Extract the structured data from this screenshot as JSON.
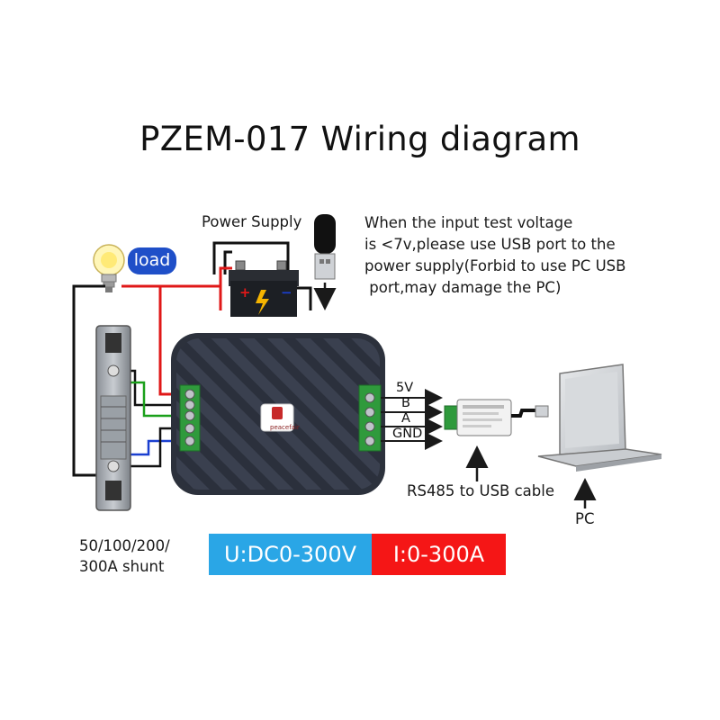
{
  "title": "PZEM-017 Wiring diagram",
  "labels": {
    "power_supply": "Power Supply",
    "load": "load",
    "shunt_line1": "50/100/200/",
    "shunt_line2": "300A shunt",
    "rs485_cable": "RS485 to USB cable",
    "pc": "PC",
    "device_brand": "peacefair"
  },
  "note_lines": [
    "When the input test voltage",
    "is <7v,please use USB port to the",
    "power supply(Forbid to use PC USB",
    " port,may damage the PC)"
  ],
  "output_pins": [
    "5V",
    "B",
    "A",
    "GND"
  ],
  "battery_terminals": {
    "positive": "+",
    "negative": "−"
  },
  "ranges": {
    "voltage": "U:DC0-300V",
    "current": "I:0-300A"
  },
  "colors": {
    "voltage_range_bg": "#2aa6e6",
    "current_range_bg": "#f51616",
    "load_badge_bg": "#1f4fc8",
    "wire_red": "#e01818",
    "wire_black": "#111111",
    "wire_green": "#1aa01a",
    "wire_blue": "#1a3fd0",
    "device_body": "#3b4150",
    "terminal_green": "#2f9a3c"
  }
}
